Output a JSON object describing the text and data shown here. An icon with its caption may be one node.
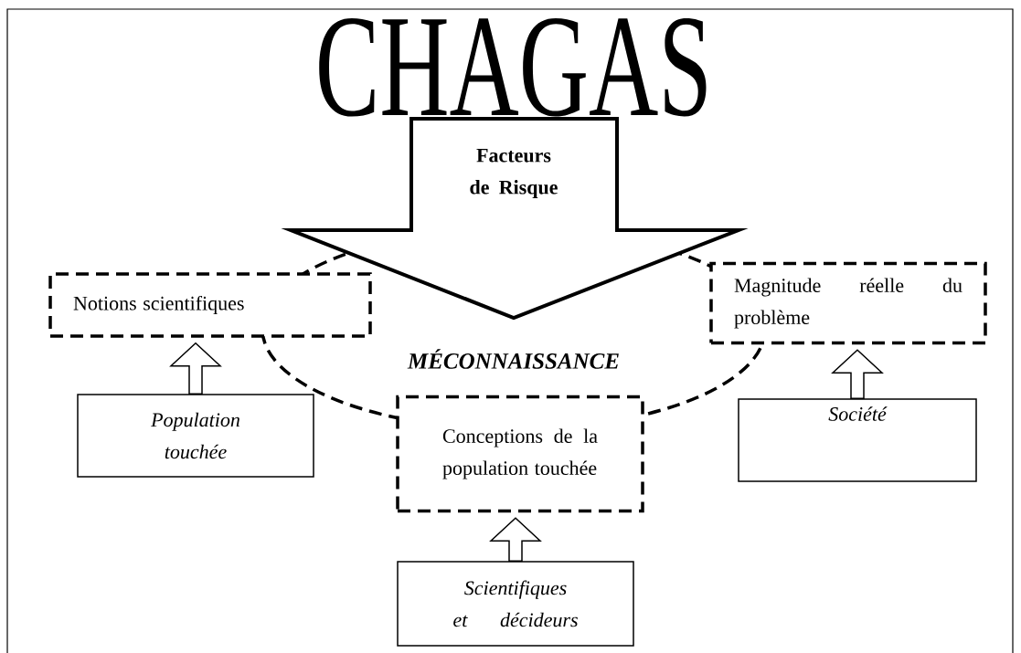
{
  "diagram": {
    "title": "CHAGAS",
    "nodes": [
      {
        "text": [
          "Facteurs de Risque"
        ]
      },
      {
        "text": [
          "MÉCONNAISSANCE"
        ]
      },
      {
        "text": [
          "Notions scientifiques"
        ]
      },
      {
        "text": [
          "Magnitude réelle du problème"
        ]
      },
      {
        "text": [
          "Population touchée"
        ]
      },
      {
        "text": [
          "Conceptions de la population touchée"
        ]
      },
      {
        "text": [
          "Société"
        ]
      },
      {
        "text": [
          "Scientifiques et décideurs"
        ]
      }
    ],
    "edges": [
      {
        "from": 4,
        "to": 2,
        "arrow": "to"
      },
      {
        "from": 6,
        "to": 3,
        "arrow": "to"
      },
      {
        "from": 7,
        "to": 5,
        "arrow": "to"
      }
    ]
  }
}
